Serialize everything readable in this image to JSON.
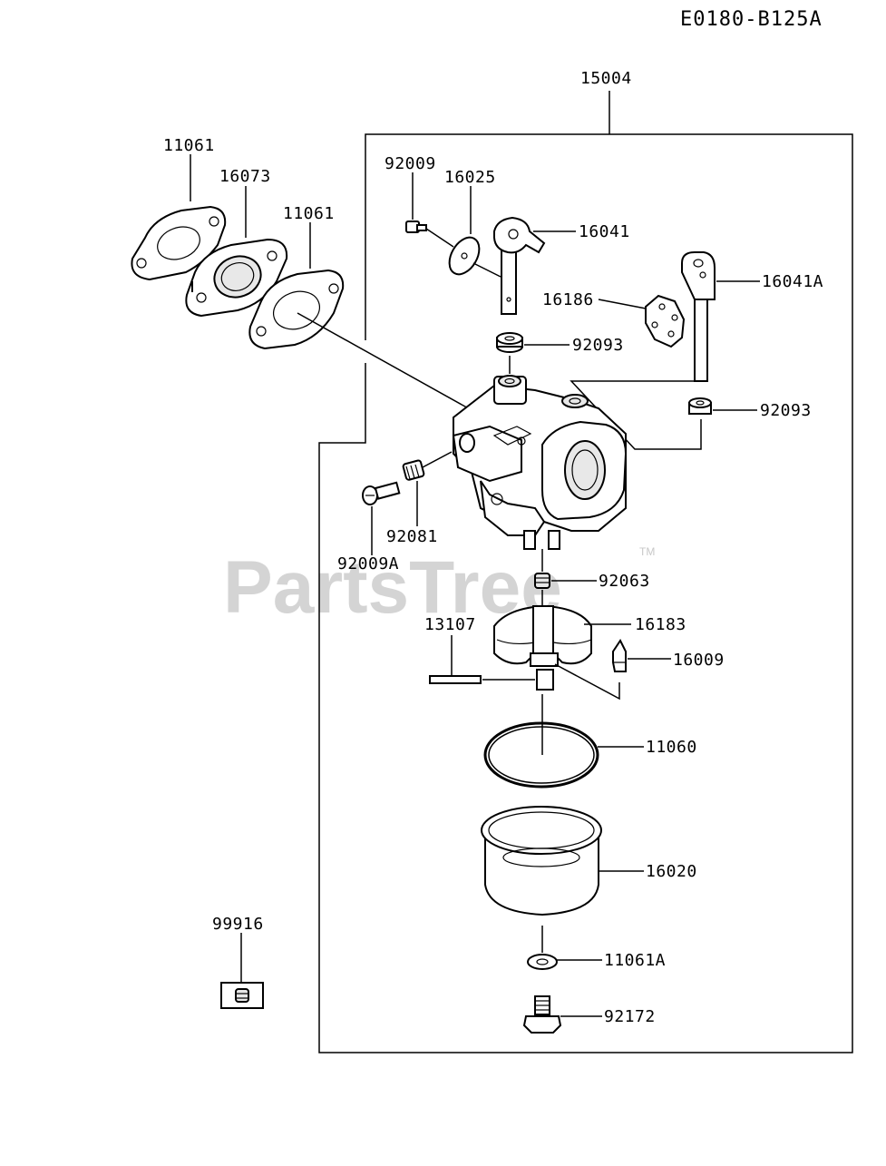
{
  "diagram_code": "E0180-B125A",
  "watermark": {
    "text": "PartsTree",
    "trademark": "TM"
  },
  "parts": {
    "p15004": "15004",
    "p11061_left": "11061",
    "p16073": "16073",
    "p11061_right": "11061",
    "p92009": "92009",
    "p16025": "16025",
    "p16041": "16041",
    "p16041A": "16041A",
    "p16186": "16186",
    "p92093_left": "92093",
    "p92093_right": "92093",
    "p92081": "92081",
    "p92009A": "92009A",
    "p92063": "92063",
    "p13107": "13107",
    "p16183": "16183",
    "p16009": "16009",
    "p11060": "11060",
    "p16020": "16020",
    "p11061A": "11061A",
    "p92172": "92172",
    "p99916": "99916"
  }
}
